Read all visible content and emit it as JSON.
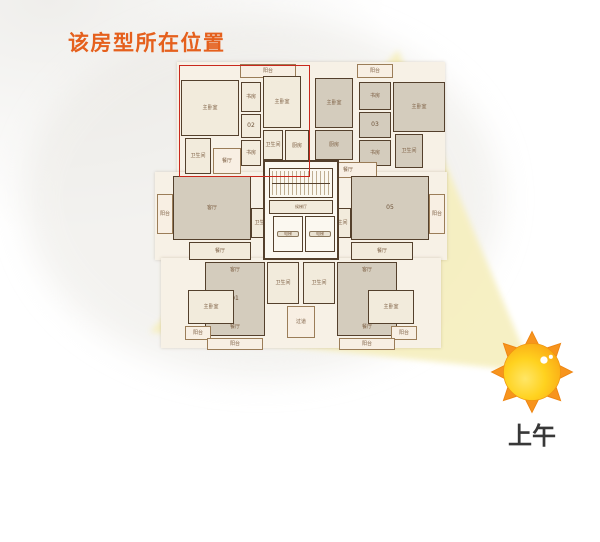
{
  "title": "该房型所在位置",
  "sun": {
    "time_label": "上午"
  },
  "floorplan": {
    "units": {
      "tl": "02",
      "tr": "03",
      "bl": "01",
      "mr": "05"
    },
    "labels": {
      "master": "主卧室",
      "study": "书房",
      "balcony": "阳台",
      "bath": "卫生间",
      "kitchen": "厨房",
      "dining": "餐厅",
      "living": "客厅",
      "corridor": "过道",
      "lobby": "候梯厅",
      "elevator": "电梯",
      "stairs": "楼梯"
    }
  },
  "colors": {
    "title_orange": "#e5601d",
    "beam_yellow": "#f6efbf",
    "highlight_red": "#c9281c",
    "wall_brown": "#54402c",
    "room_cream": "#f2ebdc",
    "room_taupe": "#d4ccbd",
    "sun_yellow": "#ffd21f",
    "sun_orange": "#f7941d"
  }
}
